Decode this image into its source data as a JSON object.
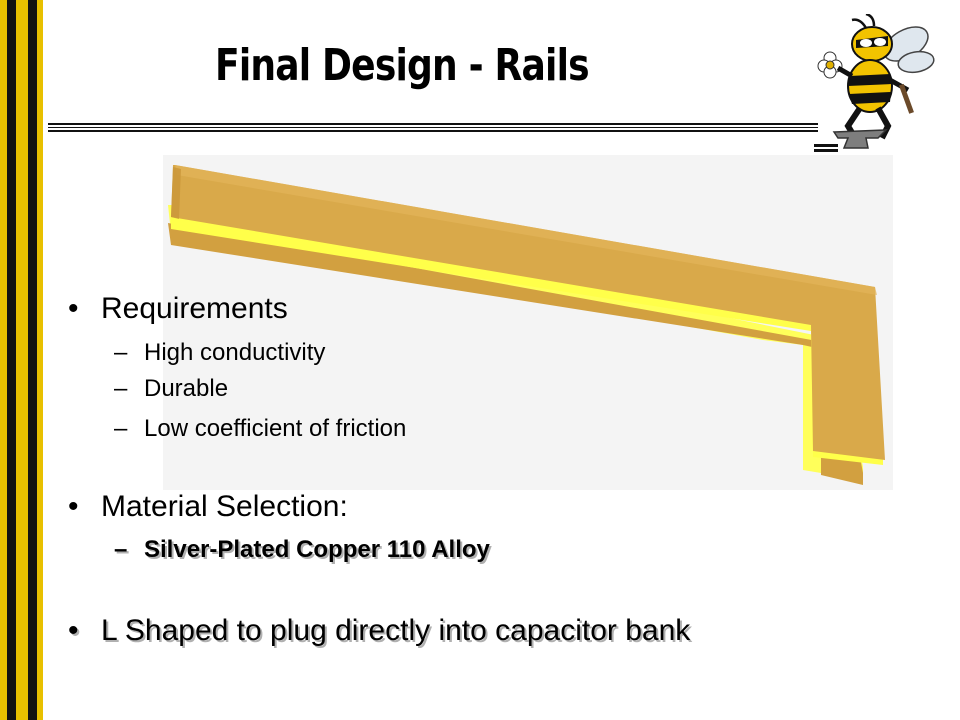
{
  "slide": {
    "title": "Final Design - Rails",
    "bullets": [
      {
        "text": "Requirements",
        "subitems": [
          "High conductivity",
          "Durable",
          "Low coefficient of friction"
        ]
      },
      {
        "text": "Material Selection:",
        "subitems": [
          "Silver-Plated Copper 110 Alloy"
        ]
      },
      {
        "text": "L Shaped to plug directly into capacitor bank",
        "subitems": []
      }
    ],
    "bullet_glyph": "•",
    "dash_glyph": "–"
  },
  "colors": {
    "stripe_gold": "#e8c000",
    "stripe_black": "#111111",
    "rail_gold": "#d9a94a",
    "rail_yellow": "#ffff5a"
  },
  "images": {
    "rail": "l-shaped-rail",
    "mascot": "yellow-jacket-mascot"
  }
}
